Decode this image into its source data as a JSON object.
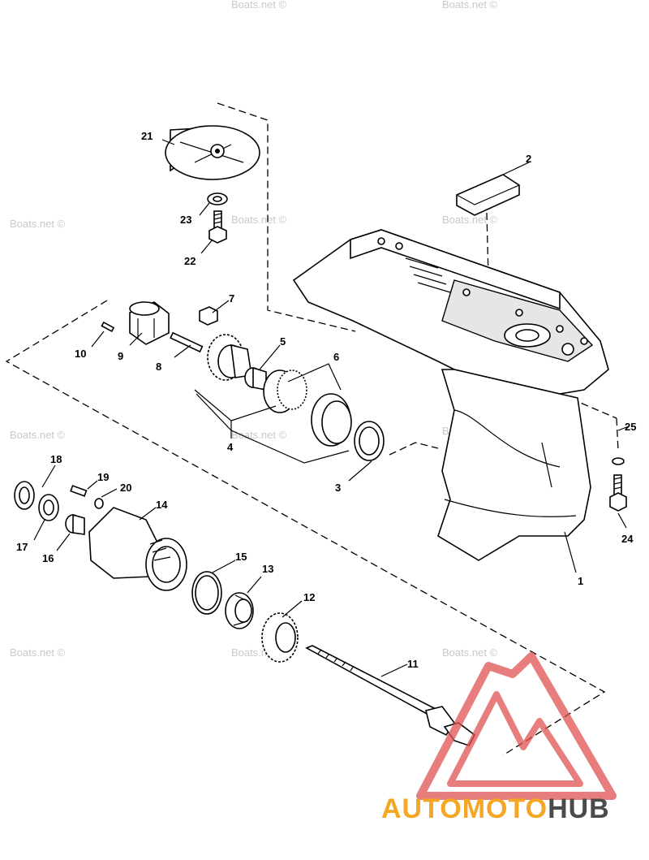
{
  "watermark": "Boats.net ©",
  "logo": {
    "text_orange": "AUTOMOTO",
    "text_dark": "HUB",
    "color_orange": "#f5a623",
    "color_dark": "#4a4a4a",
    "color_triangle": "#e05252"
  },
  "callouts": [
    "1",
    "2",
    "3",
    "4",
    "5",
    "6",
    "7",
    "8",
    "9",
    "10",
    "11",
    "12",
    "13",
    "14",
    "15",
    "16",
    "17",
    "18",
    "19",
    "20",
    "21",
    "22",
    "23",
    "24",
    "25"
  ]
}
